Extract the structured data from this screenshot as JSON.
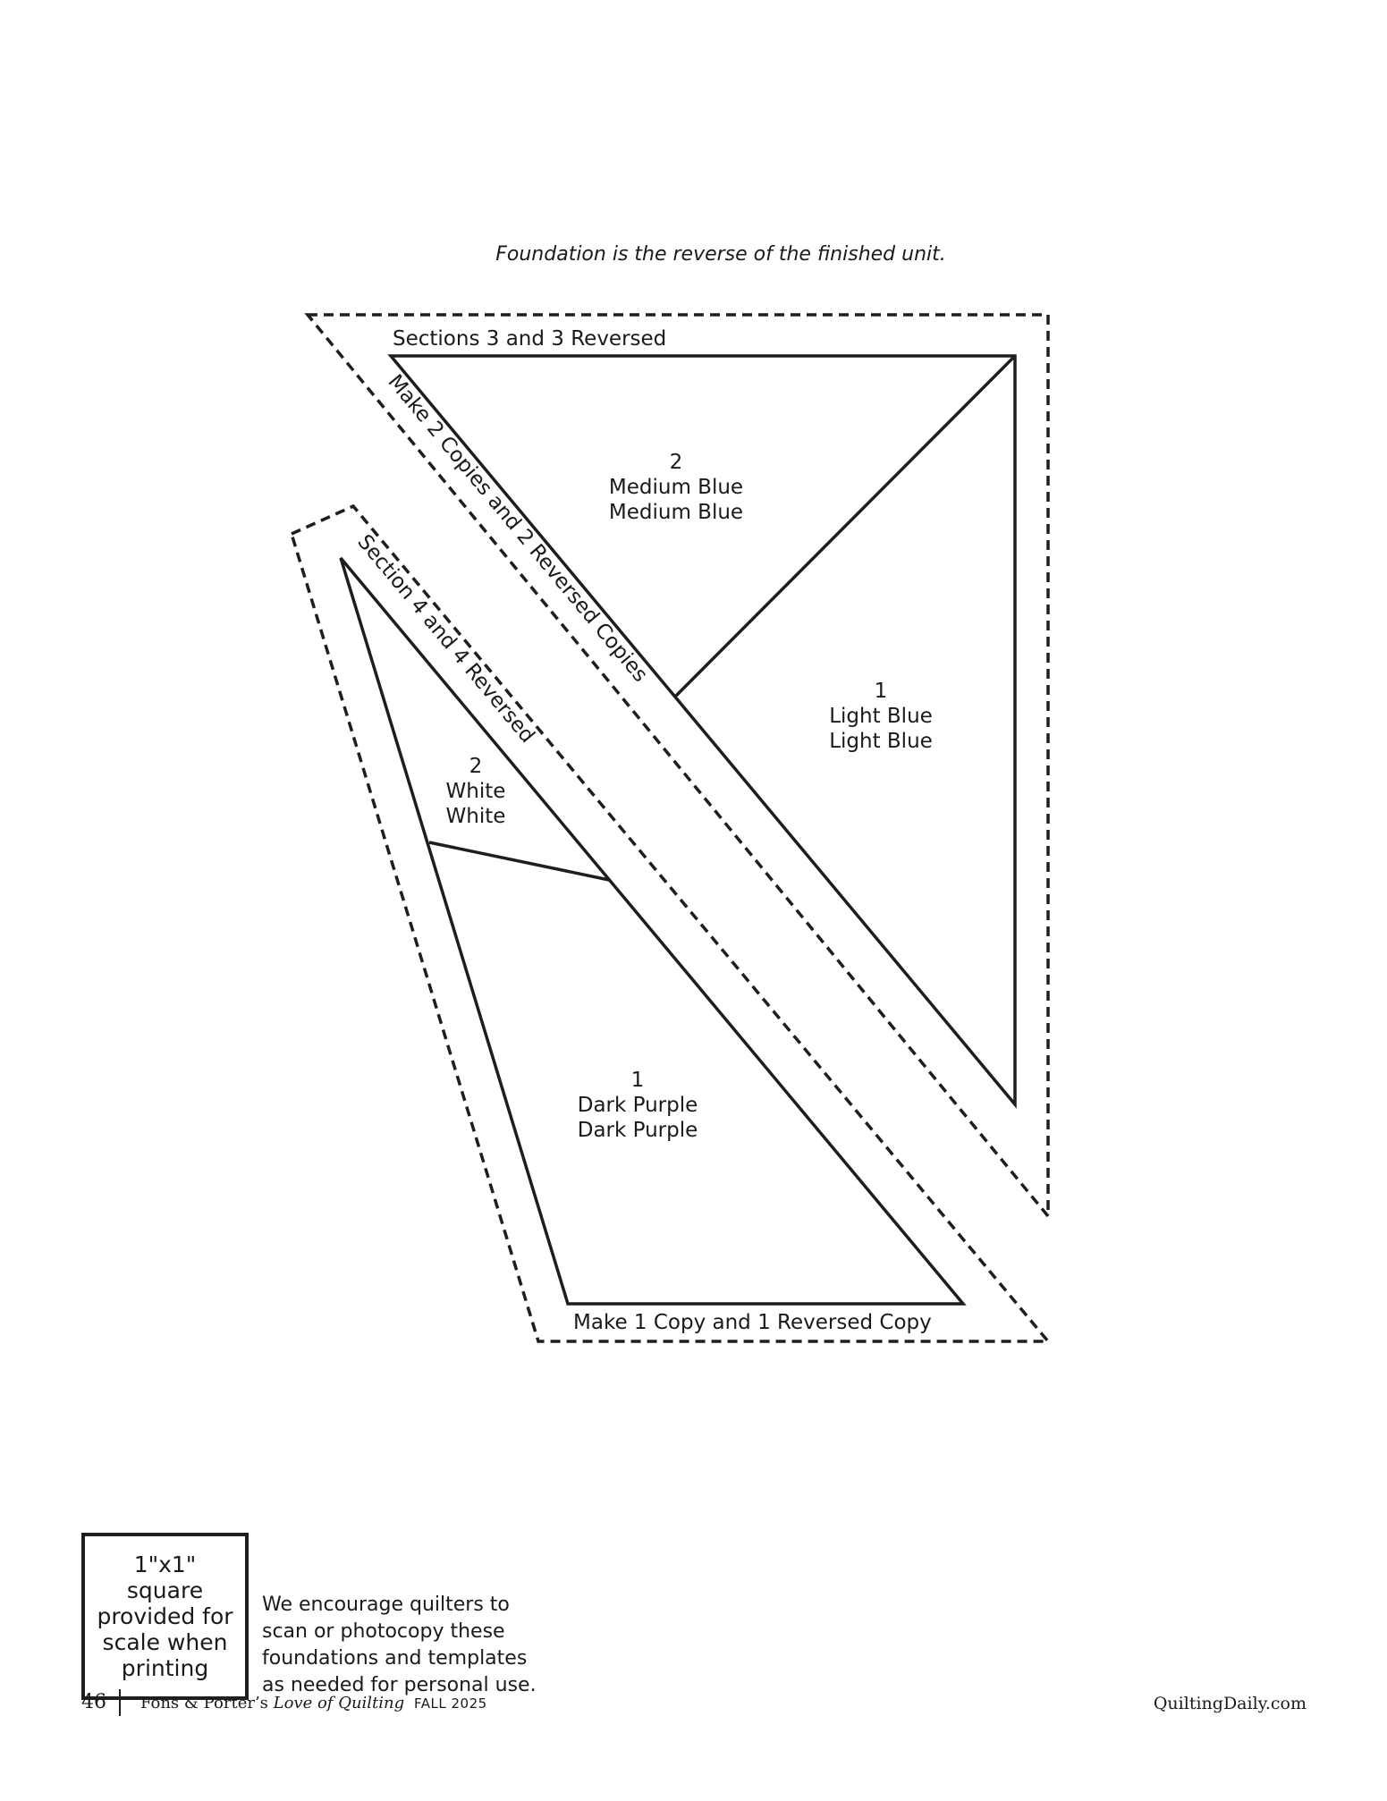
{
  "caption": "Foundation is the reverse of the finished unit.",
  "upper_section": {
    "title": "Sections 3 and 3 Reversed",
    "copies_note": "Make 2 Copies and 2 Reversed Copies",
    "pieces": [
      {
        "number": "2",
        "fabric_line1": "Medium Blue",
        "fabric_line2": "Medium Blue"
      },
      {
        "number": "1",
        "fabric_line1": "Light Blue",
        "fabric_line2": "Light Blue"
      }
    ]
  },
  "lower_section": {
    "title": "Section 4 and 4 Reversed",
    "copies_note": "Make 1 Copy and 1 Reversed Copy",
    "pieces": [
      {
        "number": "2",
        "fabric_line1": "White",
        "fabric_line2": "White"
      },
      {
        "number": "1",
        "fabric_line1": "Dark Purple",
        "fabric_line2": "Dark Purple"
      }
    ]
  },
  "scale_box": {
    "line1": "1\"x1\" square",
    "line2": "provided for",
    "line3": "scale when",
    "line4": "printing"
  },
  "encourage_text": {
    "line1": "We encourage quilters to",
    "line2": "scan or photocopy these",
    "line3": "foundations and templates",
    "line4": "as needed for personal use."
  },
  "footer": {
    "page_number": "46",
    "magazine_prefix": "Fons & Porter’s ",
    "magazine_italic": "Love of Quilting",
    "issue": "FALL 2025",
    "website": "QuiltingDaily.com"
  }
}
